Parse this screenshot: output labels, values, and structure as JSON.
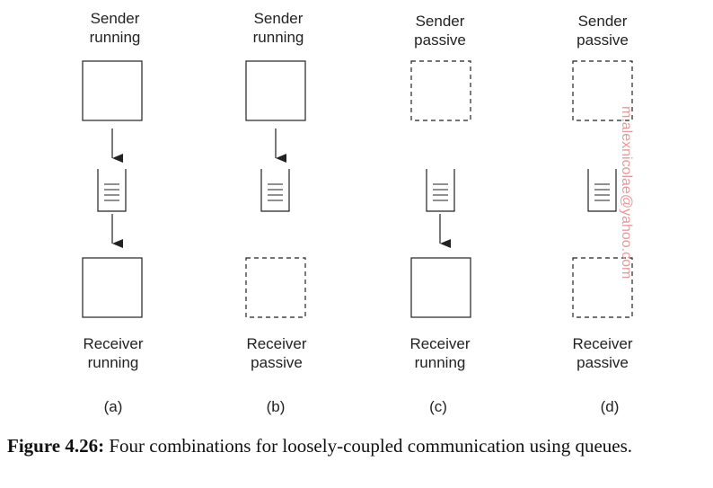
{
  "panels": [
    {
      "id": "a",
      "sender": [
        "Sender",
        "running"
      ],
      "receiver": [
        "Receiver",
        "running"
      ],
      "label": "(a)"
    },
    {
      "id": "b",
      "sender": [
        "Sender",
        "running"
      ],
      "receiver": [
        "Receiver",
        "passive"
      ],
      "label": "(b)"
    },
    {
      "id": "c",
      "sender": [
        "Sender",
        "passive"
      ],
      "receiver": [
        "Receiver",
        "running"
      ],
      "label": "(c)"
    },
    {
      "id": "d",
      "sender": [
        "Sender",
        "passive"
      ],
      "receiver": [
        "Receiver",
        "passive"
      ],
      "label": "(d)"
    }
  ],
  "caption": {
    "number": "Figure 4.26:",
    "text": "Four combinations for loosely-coupled communication using queues."
  },
  "watermark": "m.alexnicolae@yahoo.com"
}
